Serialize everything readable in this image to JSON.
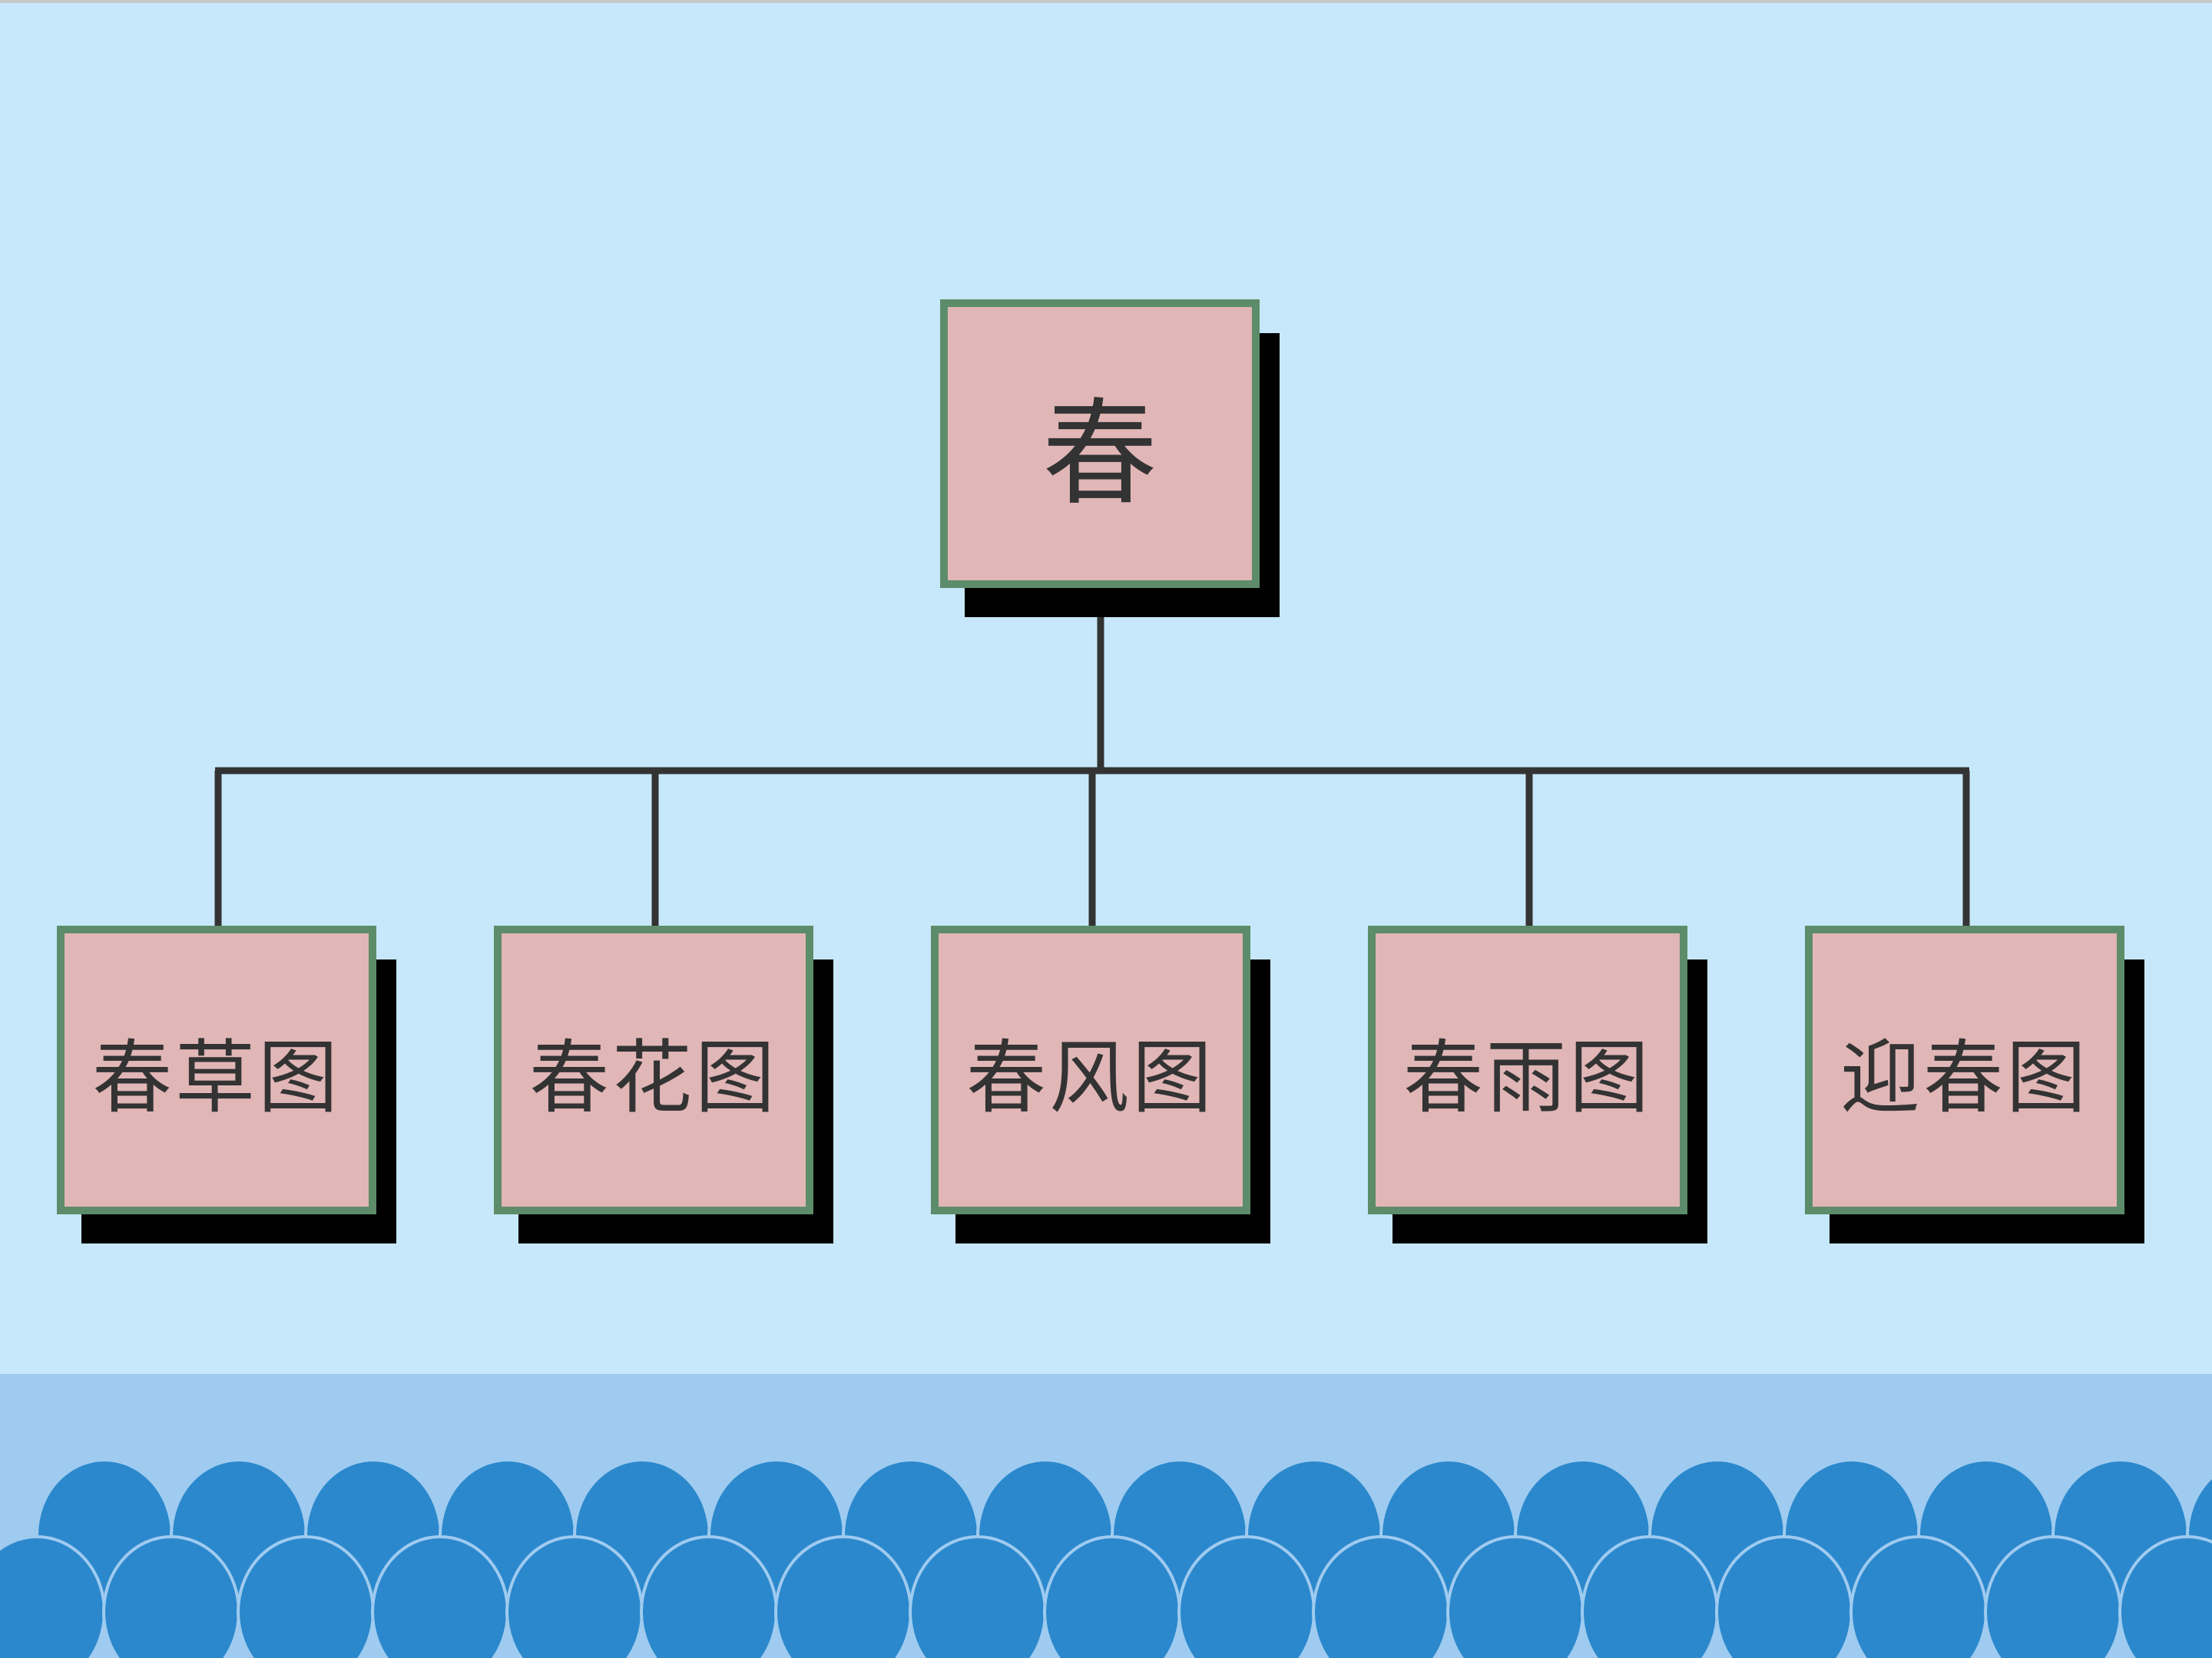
{
  "diagram": {
    "root": {
      "label": "春"
    },
    "children": [
      {
        "label": "春草图"
      },
      {
        "label": "春花图"
      },
      {
        "label": "春风图"
      },
      {
        "label": "春雨图"
      },
      {
        "label": "迎春图"
      }
    ]
  },
  "colors": {
    "background": "#c7e8fa",
    "box_fill": "#e1b6b6",
    "box_border": "#5c8c69",
    "box_shadow": "#000000",
    "text": "#333333",
    "connector": "#333333",
    "ground_band": "#9fcbf0",
    "scale_pattern": "#2b88cc"
  }
}
